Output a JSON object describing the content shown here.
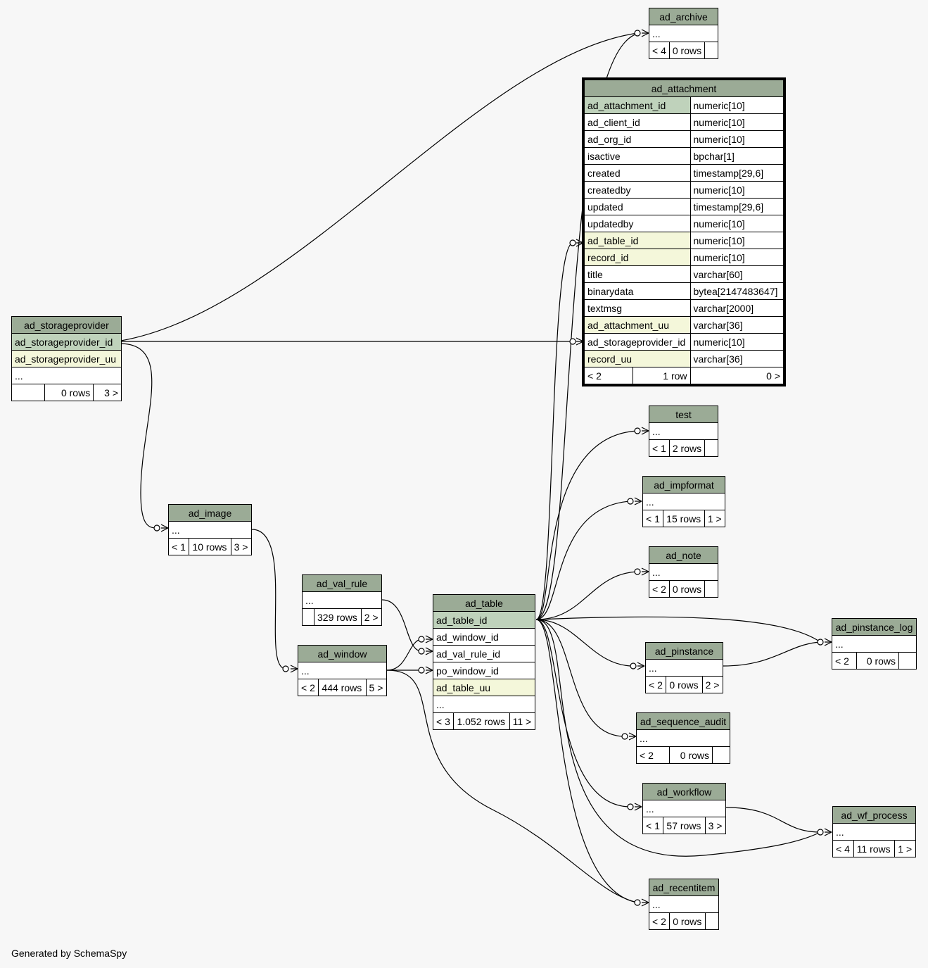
{
  "credit": "Generated by SchemaSpy",
  "ellipsis": "...",
  "tables": {
    "ad_archive": {
      "name": "ad_archive",
      "prev": "< 4",
      "rows": "0 rows",
      "next": ""
    },
    "ad_attachment": {
      "name": "ad_attachment",
      "columns": [
        {
          "name": "ad_attachment_id",
          "type": "numeric[10]"
        },
        {
          "name": "ad_client_id",
          "type": "numeric[10]"
        },
        {
          "name": "ad_org_id",
          "type": "numeric[10]"
        },
        {
          "name": "isactive",
          "type": "bpchar[1]"
        },
        {
          "name": "created",
          "type": "timestamp[29,6]"
        },
        {
          "name": "createdby",
          "type": "numeric[10]"
        },
        {
          "name": "updated",
          "type": "timestamp[29,6]"
        },
        {
          "name": "updatedby",
          "type": "numeric[10]"
        },
        {
          "name": "ad_table_id",
          "type": "numeric[10]"
        },
        {
          "name": "record_id",
          "type": "numeric[10]"
        },
        {
          "name": "title",
          "type": "varchar[60]"
        },
        {
          "name": "binarydata",
          "type": "bytea[2147483647]"
        },
        {
          "name": "textmsg",
          "type": "varchar[2000]"
        },
        {
          "name": "ad_attachment_uu",
          "type": "varchar[36]"
        },
        {
          "name": "ad_storageprovider_id",
          "type": "numeric[10]"
        },
        {
          "name": "record_uu",
          "type": "varchar[36]"
        }
      ],
      "prev": "< 2",
      "rows": "1 row",
      "next": "0 >"
    },
    "ad_storageprovider": {
      "name": "ad_storageprovider",
      "col1": "ad_storageprovider_id",
      "col2": "ad_storageprovider_uu",
      "prev": "",
      "rows": "0 rows",
      "next": "3 >"
    },
    "test": {
      "name": "test",
      "prev": "< 1",
      "rows": "2 rows",
      "next": ""
    },
    "ad_impformat": {
      "name": "ad_impformat",
      "prev": "< 1",
      "rows": "15 rows",
      "next": "1 >"
    },
    "ad_note": {
      "name": "ad_note",
      "prev": "< 2",
      "rows": "0 rows",
      "next": ""
    },
    "ad_image": {
      "name": "ad_image",
      "prev": "< 1",
      "rows": "10 rows",
      "next": "3 >"
    },
    "ad_val_rule": {
      "name": "ad_val_rule",
      "prev": "",
      "rows": "329 rows",
      "next": "2 >"
    },
    "ad_table": {
      "name": "ad_table",
      "cols": [
        "ad_table_id",
        "ad_window_id",
        "ad_val_rule_id",
        "po_window_id",
        "ad_table_uu"
      ],
      "prev": "< 3",
      "rows": "1.052 rows",
      "next": "11 >"
    },
    "ad_window": {
      "name": "ad_window",
      "prev": "< 2",
      "rows": "444 rows",
      "next": "5 >"
    },
    "ad_pinstance_log": {
      "name": "ad_pinstance_log",
      "prev": "< 2",
      "rows": "0 rows",
      "next": ""
    },
    "ad_pinstance": {
      "name": "ad_pinstance",
      "prev": "< 2",
      "rows": "0 rows",
      "next": "2 >"
    },
    "ad_sequence_audit": {
      "name": "ad_sequence_audit",
      "prev": "< 2",
      "rows": "0 rows",
      "next": ""
    },
    "ad_workflow": {
      "name": "ad_workflow",
      "prev": "< 1",
      "rows": "57 rows",
      "next": "3 >"
    },
    "ad_wf_process": {
      "name": "ad_wf_process",
      "prev": "< 4",
      "rows": "11 rows",
      "next": "1 >"
    },
    "ad_recentitem": {
      "name": "ad_recentitem",
      "prev": "< 2",
      "rows": "0 rows",
      "next": ""
    }
  },
  "colors": {
    "header": "#9bab96",
    "primary_key": "#bfd2bb",
    "indexed": "#f4f7da",
    "background": "#f7f7f7"
  }
}
